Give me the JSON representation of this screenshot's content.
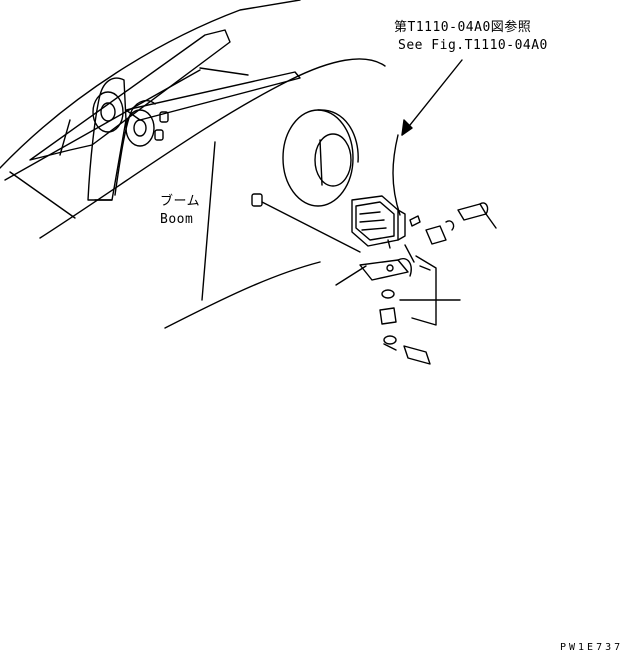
{
  "labels": {
    "reference_jp": "第T1110-04A0図参照",
    "reference_en": "See Fig.T1110-04A0",
    "boom_jp": "ブーム",
    "boom_en": "Boom",
    "drawing_number": "PW1E737"
  },
  "colors": {
    "stroke": "#000000",
    "background": "#ffffff"
  }
}
